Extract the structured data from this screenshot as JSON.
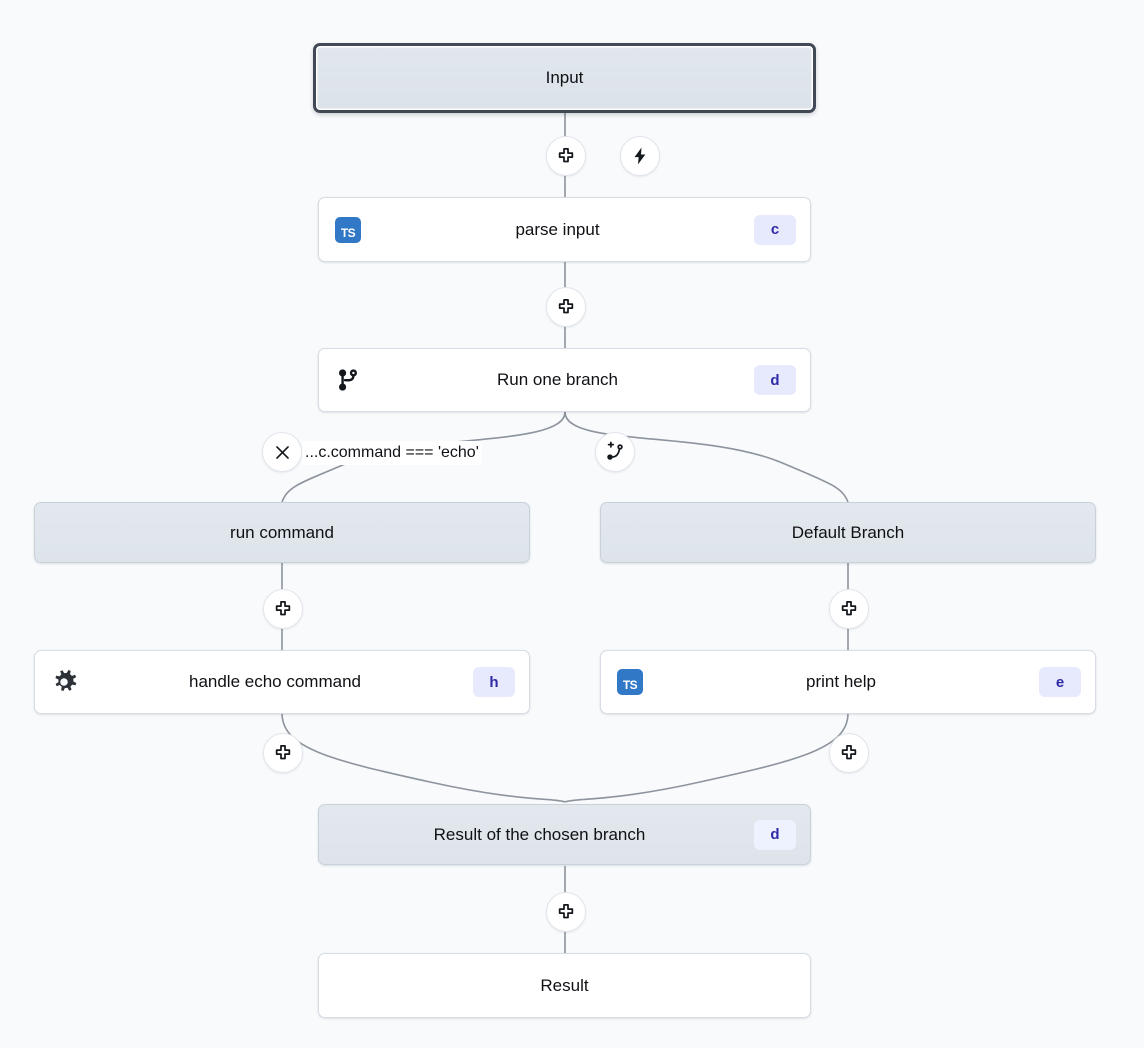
{
  "canvas": {
    "background": "#f8fafc",
    "node_gray": "#e0e7ed",
    "node_white": "#ffffff",
    "badge_bg": "#e7eafd",
    "badge_fg": "#2f2aa8",
    "selected_border": "#414856",
    "edge_color": "#8a8f98",
    "ts_icon_color": "#3178c6"
  },
  "nodes": [
    {
      "id": "input",
      "label": "Input",
      "style": "gray-selected",
      "icon": null,
      "badge": null
    },
    {
      "id": "parse-input",
      "label": "parse input",
      "style": "white",
      "icon": "ts-icon",
      "badge": "c"
    },
    {
      "id": "run-branch",
      "label": "Run one branch",
      "style": "white",
      "icon": "git-branch-icon",
      "badge": "d"
    },
    {
      "id": "run-command",
      "label": "run command",
      "style": "gray",
      "icon": null,
      "badge": null
    },
    {
      "id": "default-branch",
      "label": "Default Branch",
      "style": "gray",
      "icon": null,
      "badge": null
    },
    {
      "id": "handle-echo",
      "label": "handle echo command",
      "style": "white",
      "icon": "gear-icon",
      "badge": "h"
    },
    {
      "id": "print-help",
      "label": "print help",
      "style": "white",
      "icon": "ts-icon",
      "badge": "e"
    },
    {
      "id": "branch-result",
      "label": "Result of the chosen branch",
      "style": "gray",
      "icon": null,
      "badge": "d"
    },
    {
      "id": "result",
      "label": "Result",
      "style": "white-plain",
      "icon": null,
      "badge": null
    }
  ],
  "edge_labels": [
    {
      "id": "echo-condition",
      "text": "...c.command === 'echo'"
    }
  ],
  "buttons": [
    {
      "id": "add-step-after-input",
      "icon": "plus-icon"
    },
    {
      "id": "trigger",
      "icon": "lightning-icon"
    },
    {
      "id": "add-step-after-parse-input",
      "icon": "plus-icon"
    },
    {
      "id": "delete-branch",
      "icon": "close-icon"
    },
    {
      "id": "add-branch",
      "icon": "add-branch-icon"
    },
    {
      "id": "add-step-run-command",
      "icon": "plus-icon"
    },
    {
      "id": "add-step-default-branch",
      "icon": "plus-icon"
    },
    {
      "id": "add-step-handle-echo",
      "icon": "plus-icon"
    },
    {
      "id": "add-step-print-help",
      "icon": "plus-icon"
    },
    {
      "id": "add-step-after-result",
      "icon": "plus-icon"
    }
  ]
}
